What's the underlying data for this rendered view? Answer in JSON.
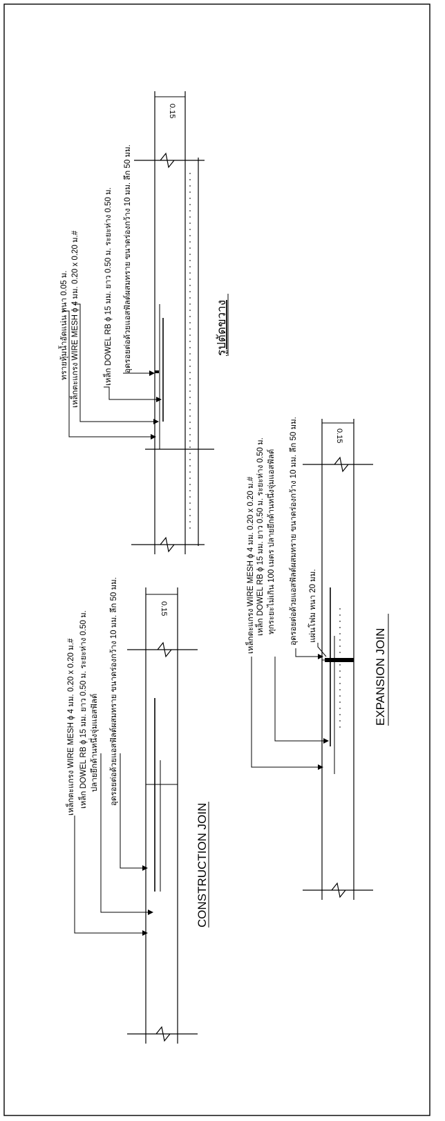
{
  "views": {
    "transverse": {
      "title": "รูปตัดขวาง",
      "thickness": "0.15",
      "notes": [
        "ทรายหุ้มน้ำอัดแน่น  หนา  0.05 ม.",
        "เหล็กตะแกรง  WIRE MESH  ϕ 4 มม. 0.20 x 0.20 ม.#",
        "เหล็ก DOWEL RB ϕ 15 มม. ยาว 0.50 ม. ระยะห่าง 0.50 ม.",
        "อุดรอยต่อด้วยแอสฟัลต์ผสมทราย  ขนาดร่องกว้าง  10  มม.  ลึก  50  มม."
      ]
    },
    "construction": {
      "title": "CONSTRUCTION JOIN",
      "thickness": "0.15",
      "notes": [
        "เหล็กตะแกรง  WIRE MESH  ϕ 4 มม. 0.20 x 0.20 ม.#",
        "เหล็ก DOWEL RB ϕ 15 มม. ยาว 0.50 ม. ระยะห่าง 0.50 ม.",
        "ปลายยึกด้านหนึ่งจุ่มแอสฟัลต์",
        "อุดรอยต่อด้วยแอสฟัลต์ผสมทราย  ขนาดร่องกว้าง  10  มม.  ลึก  50  มม."
      ]
    },
    "expansion": {
      "title": "EXPANSION JOIN",
      "thickness": "0.15",
      "notes": [
        "เหล็กตะแกรง  WIRE MESH  ϕ 4 มม. 0.20 x 0.20 ม.#",
        "เหล็ก DOWEL RB ϕ 15 มม. ยาว 0.50 ม. ระยะห่าง 0.50 ม.",
        "ทุกระยะไม่เกิน  100  เมตร  ปลายยึกด้านหนึ่งจุ่มแอสฟัลต์",
        "อุดรอยต่อด้วยแอสฟัลต์ผสมทราย  ขนาดร่องกว้าง  10  มม.  ลึก  50  มม.",
        "แผ่นโฟม  หนา  20  มม."
      ]
    }
  },
  "colors": {
    "ink": "#000000",
    "paper": "#ffffff"
  }
}
